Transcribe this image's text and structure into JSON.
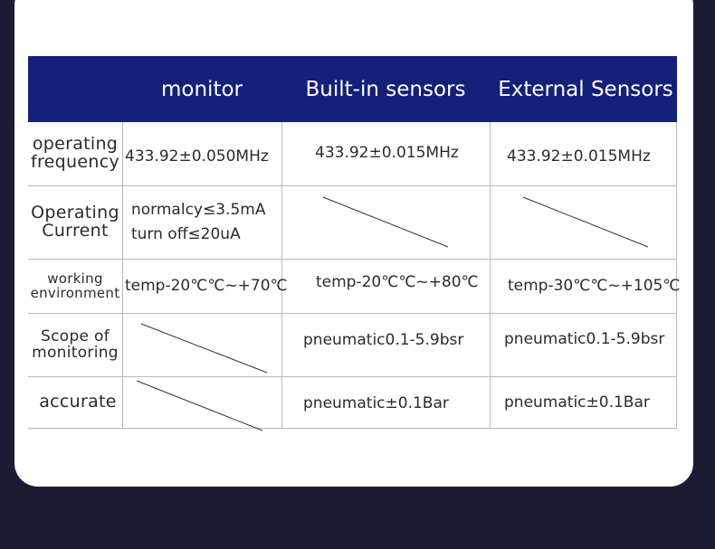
{
  "table": {
    "headers": [
      "",
      "monitor",
      "Built-in sensors",
      "External Sensors"
    ],
    "rows": [
      {
        "label": [
          "operating",
          "frequency"
        ],
        "monitor": [
          "433.92±0.050MHz"
        ],
        "builtin": [
          "433.92±0.015MHz"
        ],
        "external": [
          "433.92±0.015MHz"
        ]
      },
      {
        "label": [
          "Operating",
          "Current"
        ],
        "monitor": [
          "normalcy≤3.5mA",
          "turn off≤20uA"
        ],
        "builtin": [],
        "external": []
      },
      {
        "label": [
          "working",
          "environment"
        ],
        "monitor": [
          "temp-20℃℃~+70℃"
        ],
        "builtin": [
          "temp-20℃℃~+80℃"
        ],
        "external": [
          "temp-30℃℃~+105℃"
        ]
      },
      {
        "label": [
          "Scope of",
          "monitoring"
        ],
        "monitor": [],
        "builtin": [
          "pneumatic0.1-5.9bsr"
        ],
        "external": [
          "pneumatic0.1-5.9bsr"
        ]
      },
      {
        "label": [
          "accurate"
        ],
        "monitor": [],
        "builtin": [
          "pneumatic±0.1Bar"
        ],
        "external": [
          "pneumatic±0.1Bar"
        ]
      }
    ]
  },
  "colors": {
    "header_bg": "#15207a",
    "page_bg": "#1c1d35",
    "card_bg": "#ffffff"
  }
}
